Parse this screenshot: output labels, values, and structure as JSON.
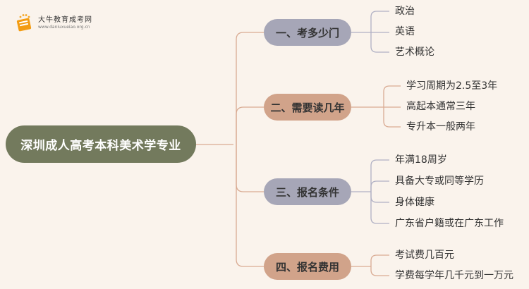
{
  "logo": {
    "title": "大牛教育成考网",
    "url": "www.daniuxueiao.org.cn",
    "icon": "book-cap-icon"
  },
  "root": {
    "label": "深圳成人高考本科美术学专业"
  },
  "colors": {
    "root_fill": "#737a5d",
    "branch_gray": "#a6a6b7",
    "branch_tan": "#d1a38a",
    "line_tan": "#d9ab93",
    "line_gray": "#b0b0c4",
    "background": "#faf3ec"
  },
  "branches": [
    {
      "label": "一、考多少门",
      "leaves": [
        "政治",
        "英语",
        "艺术概论"
      ]
    },
    {
      "label": "二、需要读几年",
      "leaves": [
        "学习周期为2.5至3年",
        "高起本通常三年",
        "专升本一般两年"
      ]
    },
    {
      "label": "三、报名条件",
      "leaves": [
        "年满18周岁",
        "具备大专或同等学历",
        "身体健康",
        "广东省户籍或在广东工作"
      ]
    },
    {
      "label": "四、报名费用",
      "leaves": [
        "考试费几百元",
        "学费每学年几千元到一万元"
      ]
    }
  ]
}
